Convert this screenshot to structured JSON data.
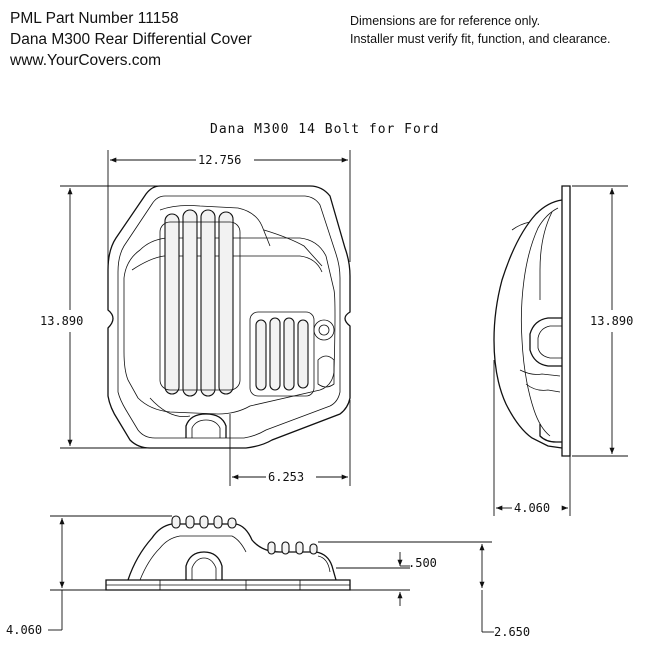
{
  "header_left": {
    "line1": "PML Part Number 11158",
    "line2": "Dana M300 Rear Differential Cover",
    "line3": "www.YourCovers.com"
  },
  "header_right": {
    "line1": "Dimensions are for reference only.",
    "line2": "Installer must verify fit, function, and clearance."
  },
  "drawing": {
    "title": "Dana M300  14  Bolt  for  Ford",
    "front_width": "12.756",
    "front_height": "13.890",
    "front_offset": "6.253",
    "side_height": "13.890",
    "side_depth": "4.060",
    "bottom_depth": "4.060",
    "bottom_height": ".500",
    "bottom_rib": "2.650"
  }
}
